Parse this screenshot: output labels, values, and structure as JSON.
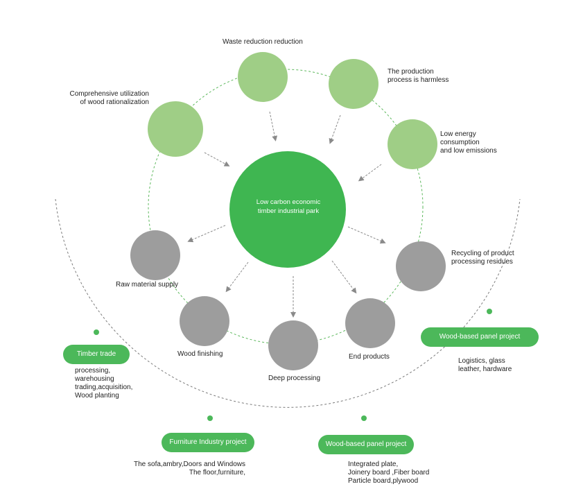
{
  "center": {
    "line1": "Low carbon economic",
    "line2": "timber industrial park"
  },
  "green_nodes": {
    "waste": "Waste reduction reduction",
    "harmless_1": "The production",
    "harmless_2": "process is harmless",
    "comprehensive_1": "Comprehensive utilization",
    "comprehensive_2": "of wood rationalization",
    "energy_1": "Low energy",
    "energy_2": "consumption",
    "energy_3": "and low emissions"
  },
  "gray_nodes": {
    "raw_material": "Raw material supply",
    "wood_finishing": "Wood finishing",
    "deep_processing": "Deep processing",
    "end_products": "End products",
    "recycling_1": "Recycling of product",
    "recycling_2": "processing residues"
  },
  "projects": {
    "timber_trade": {
      "label": "Timber trade",
      "desc_1": "processing,",
      "desc_2": "warehousing",
      "desc_3": "trading,acquisition,",
      "desc_4": "Wood planting"
    },
    "furniture": {
      "label": "Furniture Industry project",
      "desc_1": "The sofa,ambry,Doors and Windows",
      "desc_2": "The floor,furniture,"
    },
    "panel_bottom": {
      "label": "Wood-based panel project",
      "desc_1": "Integrated plate,",
      "desc_2": "Joinery board ,Fiber board",
      "desc_3": "Particle board,plywood"
    },
    "panel_right": {
      "label": "Wood-based panel project",
      "desc_1": "Logistics,  glass",
      "desc_2": "leather,  hardware"
    }
  },
  "colors": {
    "center_green": "#3fb651",
    "light_green": "#9fce86",
    "gray": "#9d9d9d",
    "pill_green": "#4cb85a",
    "dash_green": "#5cb85c",
    "arrow_gray": "#8a8a8a"
  }
}
